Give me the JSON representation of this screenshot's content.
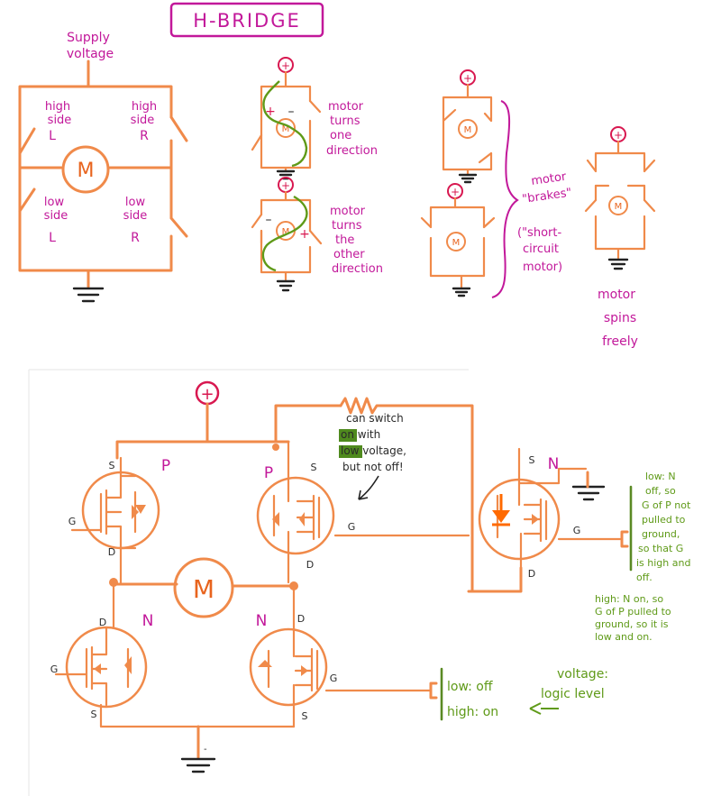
{
  "title": "H-BRIDGE",
  "top": {
    "supply_label_1": "Supply",
    "supply_label_2": "voltage",
    "hs_l_1": "high",
    "hs_l_2": "side",
    "hs_l_3": "L",
    "hs_r_1": "high",
    "hs_r_2": "side",
    "hs_r_3": "R",
    "ls_l_1": "low",
    "ls_l_2": "side",
    "ls_l_3": "L",
    "ls_r_1": "low",
    "ls_r_2": "side",
    "ls_r_3": "R",
    "motor": "M",
    "plus": "+",
    "minus": "–",
    "dir1": [
      "motor",
      "turns",
      "one",
      "direction"
    ],
    "dir2": [
      "motor",
      "turns",
      "the",
      "other",
      "direction"
    ],
    "brake": [
      "motor",
      "\"brakes\"",
      "(\"short-",
      "circuit",
      "motor)"
    ],
    "free": [
      "motor",
      "spins",
      "freely"
    ]
  },
  "bottom": {
    "plus": "+",
    "p": "P",
    "n": "N",
    "s": "S",
    "d": "D",
    "g": "G",
    "motor": "M",
    "note_switch": [
      "can switch",
      "on with",
      "low voltage,",
      "but not off!"
    ],
    "note_on_word": "on",
    "note_low_word": "low",
    "note_low": [
      "low: N",
      "off, so",
      "G of P not",
      "pulled to",
      "ground,",
      "so that G",
      "is high and",
      "off."
    ],
    "note_high": [
      "high: N on, so",
      "G of P pulled to",
      "ground, so it is",
      "low and on."
    ],
    "logic_low": "low: off",
    "logic_high": "high: on",
    "voltage_label_1": "voltage:",
    "voltage_label_2": "logic level"
  },
  "colors": {
    "wire": "#f08a4a",
    "annotation_magenta": "#c2189a",
    "annotation_green": "#5f9a18",
    "positive": "#d81850",
    "highlight": "#4f8a1e"
  }
}
